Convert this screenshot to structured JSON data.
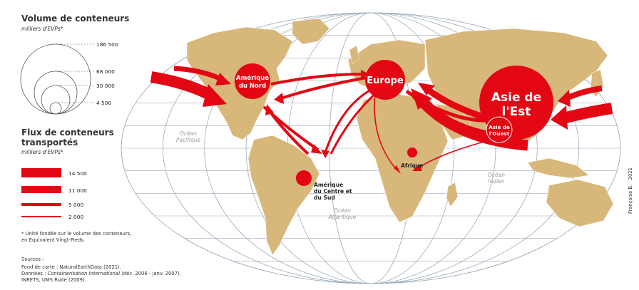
{
  "legend": {
    "volume_title": "Volume de conteneurs",
    "volume_unit": "milliers d'EVPs*",
    "volume_values": [
      "186 500",
      "68 000",
      "30 000",
      "4 500"
    ],
    "flux_title_line1": "Flux de conteneurs",
    "flux_title_line2": "transportés",
    "flux_unit": "milliers d'EVPs*",
    "flux_values": [
      "14 500",
      "11 000",
      "5 000",
      "2 000"
    ],
    "footnote_line1": "* Unité fondée sur le volume des conteneurs,",
    "footnote_line2": "en Equivalent Vingt-Pieds."
  },
  "sources": {
    "label": "Sources :",
    "line1": "Fond de carte : NaturalEarthData (2021).",
    "line2_prefix": "Données : ",
    "line2_italic": "Containerisation International",
    "line2_suffix": " (déc. 2006 - janv. 2007).",
    "line3": "INRETS, UMS Riate (2009)."
  },
  "regions": {
    "north_america": [
      "Amérique",
      "du Nord"
    ],
    "europe": "Europe",
    "east_asia": [
      "Asie de",
      "l'Est"
    ],
    "west_asia": [
      "Asie de",
      "l'Ouest"
    ],
    "africa": "Afrique",
    "south_america": [
      "Amérique",
      "du Centre et",
      "du Sud"
    ]
  },
  "oceans": {
    "pacific": [
      "Océan",
      "Pacifique"
    ],
    "atlantic": [
      "Océan",
      "Atlantique"
    ],
    "indian": [
      "Océan",
      "Indien"
    ]
  },
  "credit": "Françoise B. · 2021",
  "colors": {
    "flow": "#e30613",
    "land": "#d8b77a",
    "graticule": "#9aa9b8",
    "ocean_fill": "#ffffff"
  }
}
